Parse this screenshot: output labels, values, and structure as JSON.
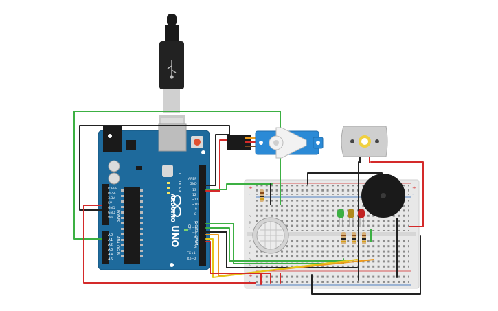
{
  "arduino": {
    "brand": "ARDUINO",
    "model": "UNO",
    "tx_label": "TX",
    "rx_label": "RX",
    "l_label": "L",
    "on_label": "ON",
    "digital_label": "DIGITAL (PWM~)",
    "power_label": "POWER",
    "analog_label": "ANALOG IN",
    "top_pins": [
      "AREF",
      "GND",
      "13",
      "12",
      "~11",
      "~10",
      "~9",
      "8",
      "7",
      "~6",
      "~5",
      "4",
      "~3",
      "2",
      "TX➔1",
      "RX←0"
    ],
    "power_pins": [
      "IOREF",
      "RESET",
      "3.3V",
      "5V",
      "GND",
      "GND",
      "Vin"
    ],
    "analog_pins": [
      "A0",
      "A1",
      "A2",
      "A3",
      "A4",
      "A5"
    ]
  },
  "breadboard": {
    "row_letters_left": [
      "a",
      "b",
      "c",
      "d",
      "e",
      "f",
      "g",
      "h",
      "i",
      "j"
    ],
    "plus_label": "+",
    "minus_label": "-"
  },
  "colors": {
    "board": "#1e6a9c",
    "board_edge": "#165680",
    "breadboard": "#e8e8e8",
    "wire_green": "#3cb043",
    "wire_black": "#222222",
    "wire_red": "#d42a2a",
    "wire_orange": "#ee9a1c",
    "wire_yellow": "#e6c619",
    "servo": "#2b8ad6",
    "motor": "#c8c8c8",
    "buzzer": "#1a1a1a"
  }
}
